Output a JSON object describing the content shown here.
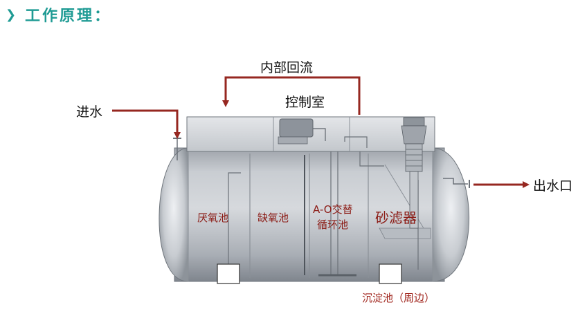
{
  "heading": {
    "title": "工作原理：",
    "icon": "chevron-right-icon",
    "color": "#1f9b94"
  },
  "labels": {
    "inlet": "进水",
    "internal_reflux": "内部回流",
    "control_room": "控制室",
    "outlet": "出水口",
    "anaerobic": "厌氧池",
    "anoxic": "缺氧池",
    "ao_line1": "A-O交替",
    "ao_line2": "循环池",
    "sand_filter": "砂滤器",
    "sedimentation": "沉淀池（周边）"
  },
  "colors": {
    "flow_arrow": "#962720",
    "label_red": "#a0241c",
    "tank_body": "#b4b8be"
  }
}
